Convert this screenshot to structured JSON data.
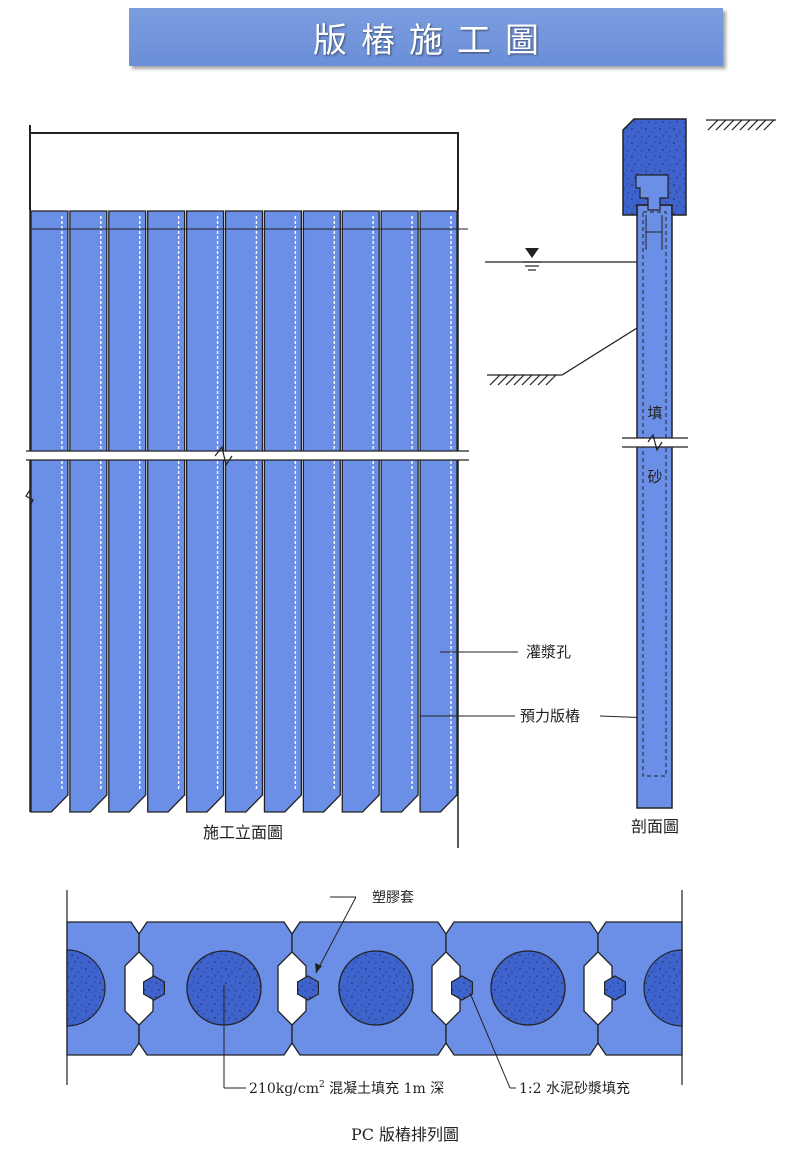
{
  "title": "版樁施工圖",
  "elevation": {
    "caption": "施工立面圖",
    "pile_count": 11
  },
  "section": {
    "caption": "剖面圖",
    "fill_text_1": "填",
    "fill_text_2": "砂"
  },
  "callouts": {
    "grout_hole": "灌漿孔",
    "prestressed_pile": "預力版樁",
    "plastic_sleeve": "塑膠套",
    "concrete_fill_pre": "210kg/cm",
    "concrete_fill_sup": "2",
    "concrete_fill_post": " 混凝土填充 1m 深",
    "mortar_fill": "1:2 水泥砂漿填充"
  },
  "plan": {
    "caption": "PC 版樁排列圖"
  },
  "colors": {
    "pile_fill": "#6b8fe6",
    "pile_dark": "#4a6fd0",
    "concrete": "#3a5fc8",
    "outline": "#222222",
    "title_bg": "#7096dc"
  }
}
